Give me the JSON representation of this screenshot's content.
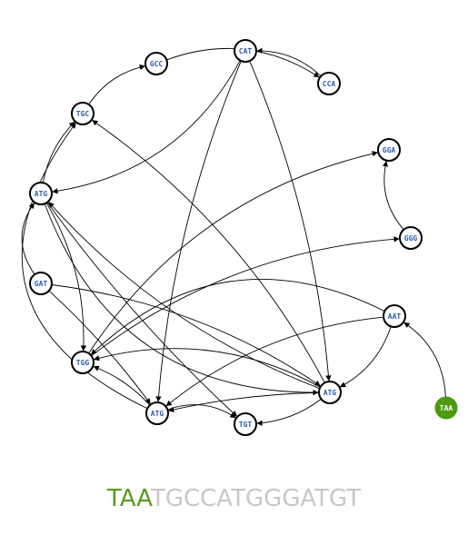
{
  "colors": {
    "node_stroke": "#000000",
    "node_fill": "#ffffff",
    "label_color": "#2a5db0",
    "start_fill": "#4f9a12",
    "start_label": "#ffffff",
    "edge": "#000000",
    "highlight": "#5a9a1a",
    "rest": "#c8c8c8"
  },
  "nodes": [
    {
      "id": "GCC",
      "label": "GCC"
    },
    {
      "id": "CAT",
      "label": "CAT"
    },
    {
      "id": "CCA",
      "label": "CCA"
    },
    {
      "id": "TGC",
      "label": "TGC"
    },
    {
      "id": "GGA",
      "label": "GGA"
    },
    {
      "id": "ATG1",
      "label": "ATG"
    },
    {
      "id": "GGG",
      "label": "GGG"
    },
    {
      "id": "GAT",
      "label": "GAT"
    },
    {
      "id": "AAT",
      "label": "AAT"
    },
    {
      "id": "TGG",
      "label": "TGG"
    },
    {
      "id": "ATG2",
      "label": "ATG"
    },
    {
      "id": "ATG3",
      "label": "ATG"
    },
    {
      "id": "TGT",
      "label": "TGT"
    },
    {
      "id": "TAA",
      "label": "TAA",
      "start": true
    }
  ],
  "edges": [
    {
      "from": "TAA",
      "to": "AAT"
    },
    {
      "from": "AAT",
      "to": "ATG2"
    },
    {
      "from": "AAT",
      "to": "ATG3"
    },
    {
      "from": "AAT",
      "to": "TGG"
    },
    {
      "from": "ATG2",
      "to": "TGG"
    },
    {
      "from": "ATG2",
      "to": "TGT"
    },
    {
      "from": "ATG2",
      "to": "ATG3"
    },
    {
      "from": "ATG2",
      "to": "TGC"
    },
    {
      "from": "ATG2",
      "to": "ATG1"
    },
    {
      "from": "ATG3",
      "to": "TGG"
    },
    {
      "from": "ATG3",
      "to": "TGT"
    },
    {
      "from": "ATG3",
      "to": "TGC"
    },
    {
      "from": "TGC",
      "to": "GCC"
    },
    {
      "from": "GCC",
      "to": "CCA"
    },
    {
      "from": "CCA",
      "to": "CAT"
    },
    {
      "from": "CAT",
      "to": "ATG1"
    },
    {
      "from": "CAT",
      "to": "ATG2"
    },
    {
      "from": "CAT",
      "to": "ATG3"
    },
    {
      "from": "ATG1",
      "to": "TGC"
    },
    {
      "from": "ATG1",
      "to": "TGG"
    },
    {
      "from": "ATG1",
      "to": "TGT"
    },
    {
      "from": "ATG1",
      "to": "ATG2"
    },
    {
      "from": "TGG",
      "to": "GGA"
    },
    {
      "from": "TGG",
      "to": "GGG"
    },
    {
      "from": "GGG",
      "to": "GGA"
    },
    {
      "from": "GAT",
      "to": "ATG1"
    },
    {
      "from": "GAT",
      "to": "ATG2"
    },
    {
      "from": "GAT",
      "to": "ATG3"
    }
  ],
  "sequence": {
    "highlight": "TAA",
    "rest": "TGCCATGGGATGT"
  }
}
